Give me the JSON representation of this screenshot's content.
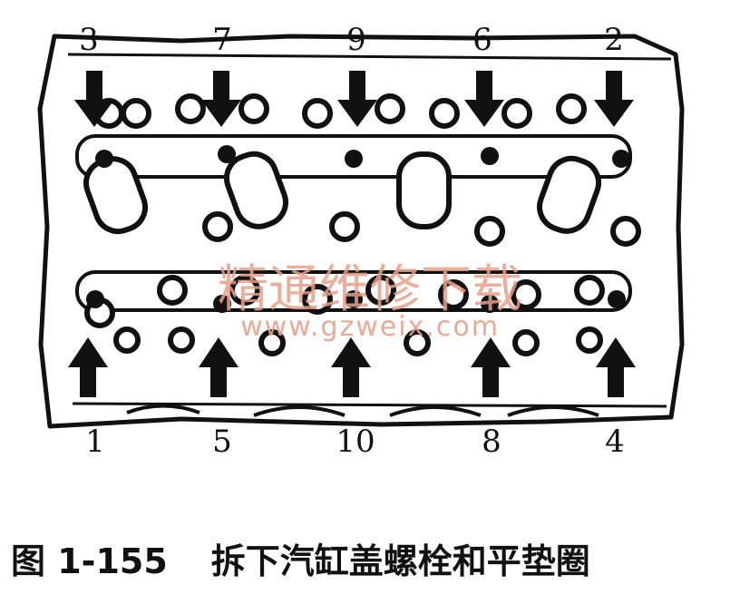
{
  "figure": {
    "top_labels": [
      "3",
      "7",
      "9",
      "6",
      "2"
    ],
    "bottom_labels": [
      "1",
      "5",
      "10",
      "8",
      "4"
    ],
    "watermark": {
      "chinese": "精通维修下载",
      "url": "www.gzweix.com",
      "color": "#e8a08a"
    }
  },
  "caption": {
    "number": "图 1-155",
    "title": "拆下汽缸盖螺栓和平垫圈"
  },
  "icons": {
    "arrow": "arrow-icon"
  }
}
